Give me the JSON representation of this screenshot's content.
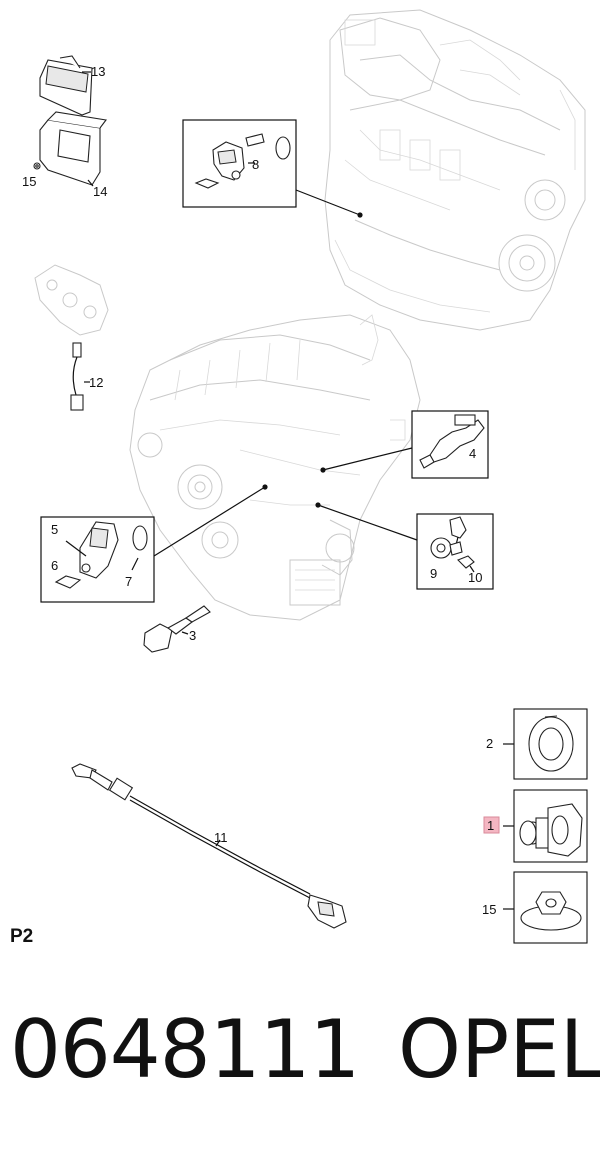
{
  "callouts": {
    "c1": "1",
    "c2": "2",
    "c3": "3",
    "c4": "4",
    "c5": "5",
    "c6": "6",
    "c7": "7",
    "c8": "8",
    "c9": "9",
    "c10": "10",
    "c11": "11",
    "c12": "12",
    "c13": "13",
    "c14": "14",
    "c15a": "15",
    "c15b": "15"
  },
  "highlight_color": "#f4b6c2",
  "page_label": "P2",
  "footer": {
    "part_number": "0648111",
    "brand": "OPEL"
  }
}
